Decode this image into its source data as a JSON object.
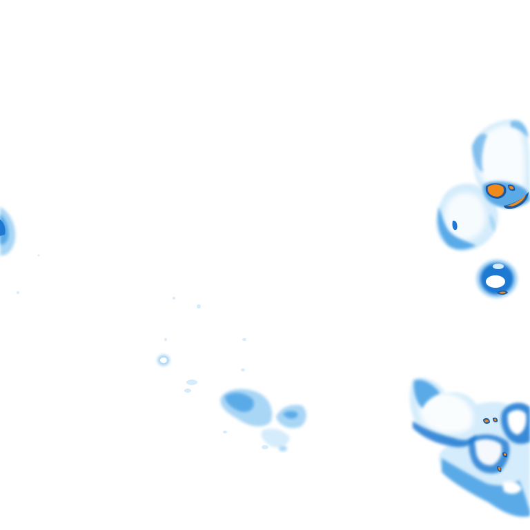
{
  "map": {
    "kind": "precipitation-radar-overlay",
    "background_color": "#ffffff",
    "palette": {
      "very_light": "#d4ecfb",
      "light": "#a9d6f5",
      "medium": "#5aaae8",
      "strong": "#1f78d1",
      "intense": "#f08a1c",
      "intense_edge": "#1c5aa0"
    },
    "cells": [
      {
        "id": "northeast-cluster",
        "intensity_peak": "intense"
      },
      {
        "id": "east-ring-cell",
        "intensity_peak": "intense"
      },
      {
        "id": "west-edge-cell",
        "intensity_peak": "strong"
      },
      {
        "id": "south-central-patch",
        "intensity_peak": "medium"
      },
      {
        "id": "southeast-cluster",
        "intensity_peak": "intense"
      },
      {
        "id": "scattered-light-echoes",
        "intensity_peak": "light"
      }
    ]
  }
}
